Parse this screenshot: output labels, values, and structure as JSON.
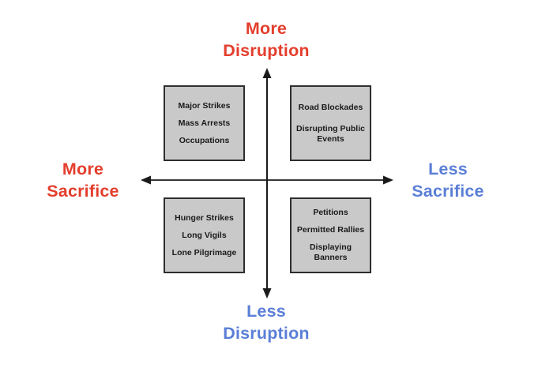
{
  "diagram": {
    "title_hint": "Activism tactics quadrant: disruption vs sacrifice",
    "colors": {
      "more_accent": "#E43E2D",
      "less_accent": "#5B7FD7",
      "box_fill": "#C9C9C9",
      "box_border": "#2E2E2E",
      "axis_line": "#1A1A1A",
      "background": "#FFFFFF"
    },
    "axes": {
      "top_label": "More Disruption",
      "bottom_label": "Less Disruption",
      "left_label": "More Sacrifice",
      "right_label": "Less Sacrifice"
    },
    "quadrants": {
      "top_left": {
        "items": [
          "Major Strikes",
          "Mass Arrests",
          "Occupations"
        ]
      },
      "top_right": {
        "items": [
          "Road Blockades",
          "Disrupting Public Events"
        ]
      },
      "bottom_left": {
        "items": [
          "Hunger Strikes",
          "Long Vigils",
          "Lone Pilgrimage"
        ]
      },
      "bottom_right": {
        "items": [
          "Petitions",
          "Permitted Rallies",
          "Displaying Banners"
        ]
      }
    }
  }
}
